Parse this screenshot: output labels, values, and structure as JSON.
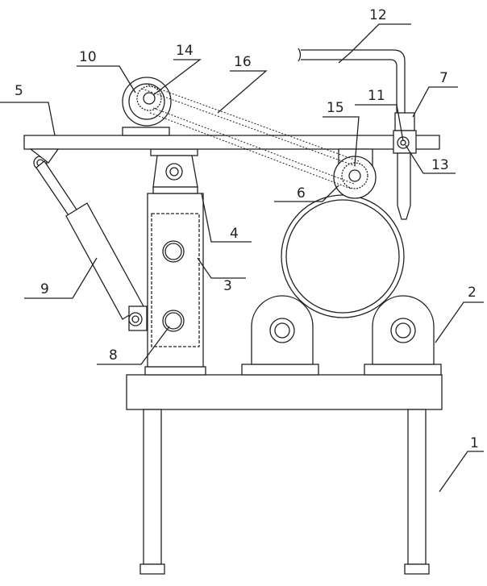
{
  "labels": {
    "l1": "1",
    "l2": "2",
    "l3": "3",
    "l4": "4",
    "l5": "5",
    "l6": "6",
    "l7": "7",
    "l8": "8",
    "l9": "9",
    "l10": "10",
    "l11": "11",
    "l12": "12",
    "l13": "13",
    "l14": "14",
    "l15": "15",
    "l16": "16"
  }
}
